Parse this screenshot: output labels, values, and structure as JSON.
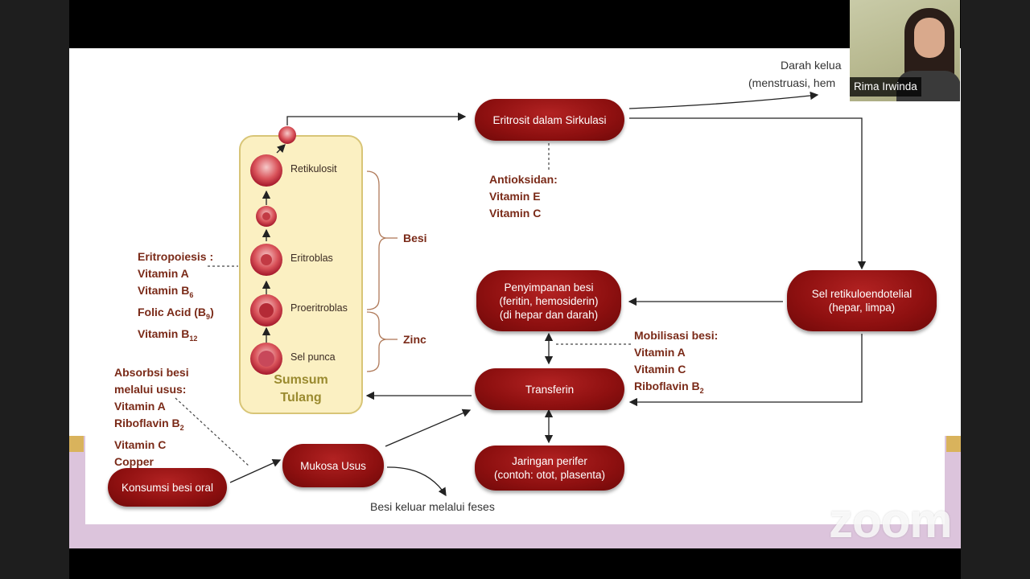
{
  "slide": {
    "marrow_label_line1": "Sumsum",
    "marrow_label_line2": "Tulang",
    "cells": {
      "retikulosit": "Retikulosit",
      "eritroblas": "Eritroblas",
      "proeritroblas": "Proeritroblas",
      "sel_punca": "Sel punca"
    },
    "brackets": {
      "besi": "Besi",
      "zinc": "Zinc"
    },
    "pills": {
      "eritrosit": "Eritrosit dalam Sirkulasi",
      "penyimpanan_l1": "Penyimpanan besi",
      "penyimpanan_l2": "(feritin, hemosiderin)",
      "penyimpanan_l3": "(di hepar dan darah)",
      "sel_retikulo_l1": "Sel retikuloendotelial",
      "sel_retikulo_l2": "(hepar, limpa)",
      "transferin": "Transferin",
      "jaringan_l1": "Jaringan perifer",
      "jaringan_l2": "(contoh: otot, plasenta)",
      "mukosa": "Mukosa Usus",
      "konsumsi": "Konsumsi besi oral"
    },
    "notes": {
      "darah_keluar_l1": "Darah kelua",
      "darah_keluar_l2": "(menstruasi, hem",
      "antioksidan": [
        "Antioksidan:",
        "Vitamin E",
        "Vitamin C"
      ],
      "eritropoiesis": {
        "title": "Eritropoiesis :",
        "vit_a": "Vitamin A",
        "vit_b6": "Vitamin B",
        "vit_b6_sub": "6",
        "folic": "Folic Acid (B",
        "folic_sub": "9",
        "folic_end": ")",
        "vit_b12": "Vitamin B",
        "vit_b12_sub": "12"
      },
      "mobilisasi": {
        "title": "Mobilisasi besi:",
        "vit_a": "Vitamin A",
        "vit_c": "Vitamin C",
        "ribo": "Riboflavin B",
        "ribo_sub": "2"
      },
      "absorbsi": {
        "title_l1": "Absorbsi besi",
        "title_l2": "melalui usus:",
        "vit_a": "Vitamin A",
        "ribo": "Riboflavin B",
        "ribo_sub": "2",
        "vit_c": "Vitamin C",
        "copper": "Copper"
      },
      "feses": "Besi keluar melalui feses"
    }
  },
  "webcam": {
    "participant_name": "Rima Irwinda"
  },
  "watermark": {
    "text": "zoom"
  },
  "colors": {
    "pill_red": "#8e1010",
    "note_brown": "#7a2a18",
    "marrow_fill": "#fbf0c2",
    "band_pink": "#dcc4dc"
  }
}
